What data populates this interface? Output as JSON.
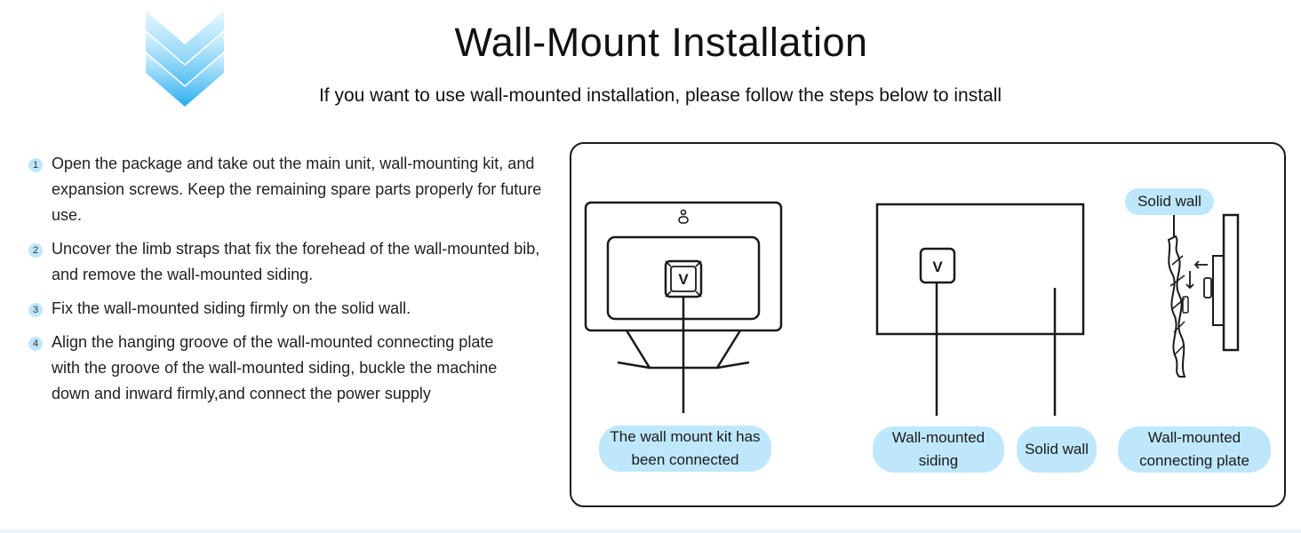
{
  "header": {
    "title": "Wall-Mount Installation",
    "subtitle": "If you want to use wall-mounted installation, please follow the steps below to install"
  },
  "steps": [
    {
      "number": "1",
      "text": "Open the package and take out the main unit, wall-mounting kit, and expansion screws. Keep the remaining spare parts properly for future use."
    },
    {
      "number": "2",
      "text": "Uncover the limb straps that fix the forehead of the wall-mounted bib, and remove the wall-mounted siding."
    },
    {
      "number": "3",
      "text": "Fix the wall-mounted siding firmly on the solid wall."
    },
    {
      "number": "4",
      "text": "Align the hanging groove of the wall-mounted connecting plate with the groove of the wall-mounted siding, buckle the machine down and inward firmly,and connect the power supply"
    }
  ],
  "diagram": {
    "device_logo_letter": "V",
    "labels": {
      "kit_connected": "The wall mount kit has been connected",
      "siding": "Wall-mounted siding",
      "solid_wall_center": "Solid wall",
      "connecting_plate": "Wall-mounted connecting plate",
      "solid_wall_top": "Solid wall"
    }
  },
  "colors": {
    "accent": "#bfe7fb",
    "logo_blue": "#2bb0f0",
    "stroke": "#1a1a1a"
  }
}
